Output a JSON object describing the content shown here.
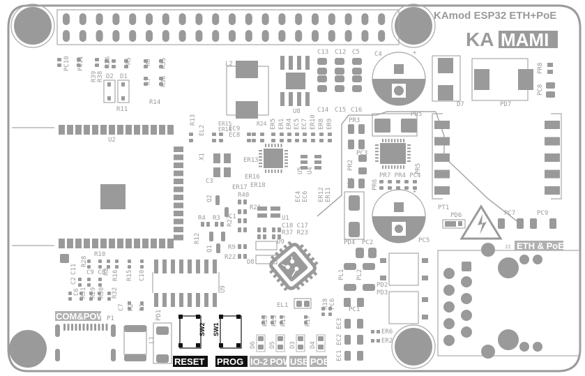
{
  "board": {
    "title": "KAmod ESP32 ETH+PoE",
    "brand_prefix": "KA",
    "brand_suffix": "MAMI",
    "accent_grey": "#9a9a9a",
    "highlight_black": "#111111"
  },
  "buttons": {
    "reset": {
      "ref": "SW2",
      "label": "RESET"
    },
    "prog": {
      "ref": "SW1",
      "label": "PROG"
    }
  },
  "leds": [
    {
      "ref": "D6",
      "label": "IO-2"
    },
    {
      "ref": "D5",
      "label": "POW"
    },
    {
      "ref": "D3",
      "label": "USB"
    },
    {
      "ref": "D4",
      "label": "POE"
    }
  ],
  "connectors": {
    "usb": {
      "ref": "P1",
      "label": "COM&POW"
    },
    "ethernet": {
      "ref": "J2",
      "label": "ETH & PoE"
    },
    "header_pins_per_row": 20
  },
  "modules": {
    "esp32": "U2",
    "phy": "U5",
    "poe_controller_area": "PT1"
  },
  "refs": {
    "top_left": [
      "PC10",
      "PC11",
      "R39",
      "R38",
      "R26",
      "R5",
      "D2",
      "D1",
      "R6",
      "R35",
      "R7",
      "R36",
      "R14",
      "R11"
    ],
    "inductor": "L2",
    "u8": "U8",
    "caps_top": [
      "C13",
      "C12",
      "C5",
      "C14",
      "C15",
      "C16",
      "R34",
      "R33",
      "C4"
    ],
    "right_top": [
      "D7",
      "PD7",
      "PR8",
      "PC8",
      "PD5",
      "PR3",
      "PC3",
      "PR2",
      "PR1",
      "PR7",
      "PR4",
      "PC4",
      "PR5",
      "PR6"
    ],
    "mid_row": [
      "ER7",
      "ER15",
      "ER14",
      "EC11",
      "EC10",
      "R24",
      "ER5",
      "ER1",
      "ER4",
      "EC5",
      "EC7",
      "ER10",
      "ER8",
      "ER9"
    ],
    "mid": [
      "R13",
      "EL2",
      "X1",
      "C3",
      "EC9",
      "EC8",
      "ER13",
      "ER16",
      "ER17",
      "ER18",
      "U4",
      "EC4",
      "EC6",
      "ER12",
      "ER11"
    ],
    "lower_mid": [
      "Q2",
      "R40",
      "R21",
      "R4",
      "R3",
      "C1",
      "R27",
      "U1",
      "C18",
      "C17",
      "R37",
      "R23",
      "R12",
      "R9",
      "D9",
      "Q1",
      "R22",
      "D8"
    ],
    "bottom_left": [
      "R10",
      "C11",
      "R28",
      "C9",
      "C8",
      "R8",
      "R16",
      "R15",
      "C10",
      "C2",
      "C6",
      "R31",
      "R29",
      "R30",
      "R32",
      "C7",
      "R2",
      "R1",
      "U9",
      "PD1",
      "L1"
    ],
    "bottom_mid": [
      "EL1",
      "R20",
      "R25",
      "R19",
      "R17",
      "R18",
      "PC6",
      "EC3",
      "EC2",
      "EC1"
    ],
    "right_mid": [
      "PD4",
      "PC2",
      "PC5",
      "PL1",
      "PL2",
      "PD2",
      "PD3",
      "PC1",
      "ER6",
      "ER2",
      "PD6",
      "PC7",
      "PC9"
    ]
  }
}
